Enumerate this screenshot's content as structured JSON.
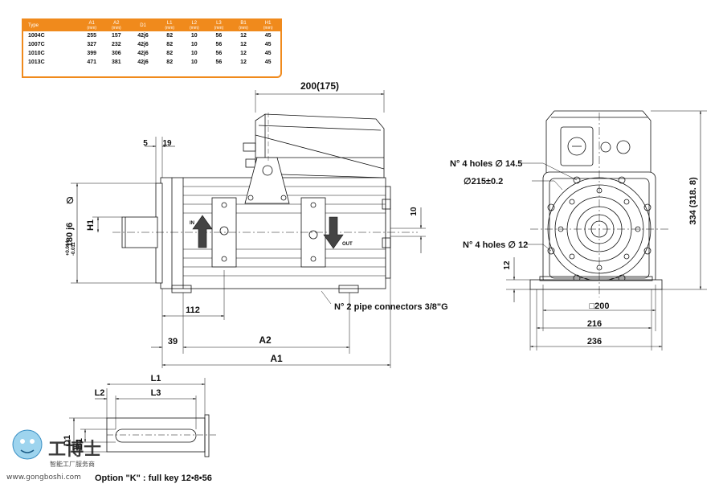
{
  "table": {
    "headers": [
      {
        "name": "Type",
        "unit": ""
      },
      {
        "name": "A1",
        "unit": "(mm)"
      },
      {
        "name": "A2",
        "unit": "(mm)"
      },
      {
        "name": "D1",
        "unit": ""
      },
      {
        "name": "L1",
        "unit": "(mm)"
      },
      {
        "name": "L2",
        "unit": "(mm)"
      },
      {
        "name": "L3",
        "unit": "(mm)"
      },
      {
        "name": "B1",
        "unit": "(mm)"
      },
      {
        "name": "H1",
        "unit": "(mm)"
      }
    ],
    "rows": [
      [
        "1004C",
        "255",
        "157",
        "42j6",
        "82",
        "10",
        "56",
        "12",
        "45"
      ],
      [
        "1007C",
        "327",
        "232",
        "42j6",
        "82",
        "10",
        "56",
        "12",
        "45"
      ],
      [
        "1010C",
        "399",
        "306",
        "42j6",
        "82",
        "10",
        "56",
        "12",
        "45"
      ],
      [
        "1013C",
        "471",
        "381",
        "42j6",
        "82",
        "10",
        "56",
        "12",
        "45"
      ]
    ]
  },
  "side_view": {
    "dim_width_top": "200(175)",
    "dim_5": "5",
    "dim_19": "19",
    "dim_shaft_dia": "180 j6",
    "dim_shaft_tol_top": "+0.014",
    "dim_shaft_tol_bottom": "-0.011",
    "dim_h1": "H1",
    "dim_10": "10",
    "in_label": "IN",
    "out_label": "OUT",
    "dim_112": "112",
    "pipe_note": "N° 2 pipe connectors 3/8\"G",
    "dim_39": "39",
    "dim_a2": "A2",
    "dim_a1": "A1"
  },
  "front_view": {
    "holes_top": "N° 4 holes ∅ 14.5",
    "pcd": "∅215±0.2",
    "holes_bottom": "N° 4 holes ∅ 12",
    "dim_12": "12",
    "dim_height": "334 (318. 8)",
    "dim_200": "□200",
    "dim_216": "216",
    "dim_236": "236"
  },
  "shaft_detail": {
    "dim_l1": "L1",
    "dim_l2": "L2",
    "dim_l3": "L3",
    "dim_d1": "D1",
    "dim_b1": "B1",
    "option": "Option \"K\" : full key 12•8•56"
  },
  "watermark": {
    "brand_cn": "工博士",
    "sub_cn": "智能工厂服务商",
    "url": "www.gongboshi.com"
  }
}
